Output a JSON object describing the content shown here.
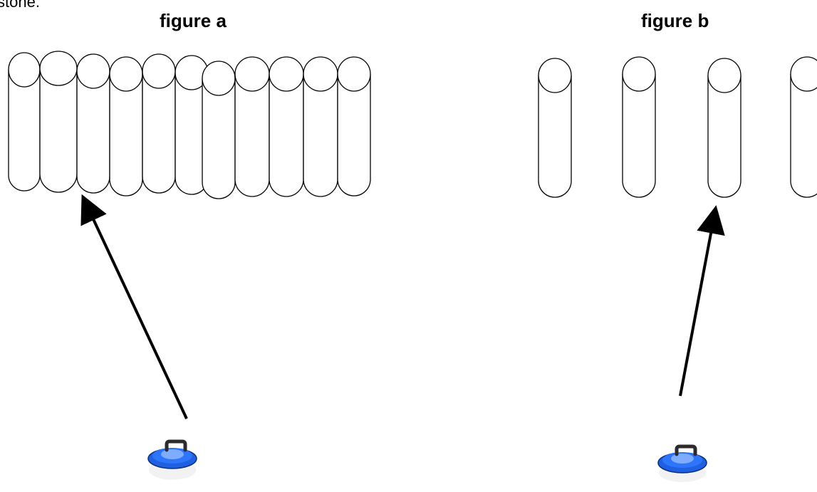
{
  "top_fragment": "stone.",
  "figures": [
    {
      "title": "figure a",
      "column_count": 11,
      "arrangement": "closely spaced"
    },
    {
      "title": "figure b",
      "column_count": 4,
      "arrangement": "widely spaced"
    }
  ],
  "colors": {
    "outline": "#000000",
    "stone_blue": "#1f5fe0",
    "stone_handle": "#2b2b2b"
  },
  "icons": [
    "curling-stone-icon",
    "arrow-icon"
  ]
}
